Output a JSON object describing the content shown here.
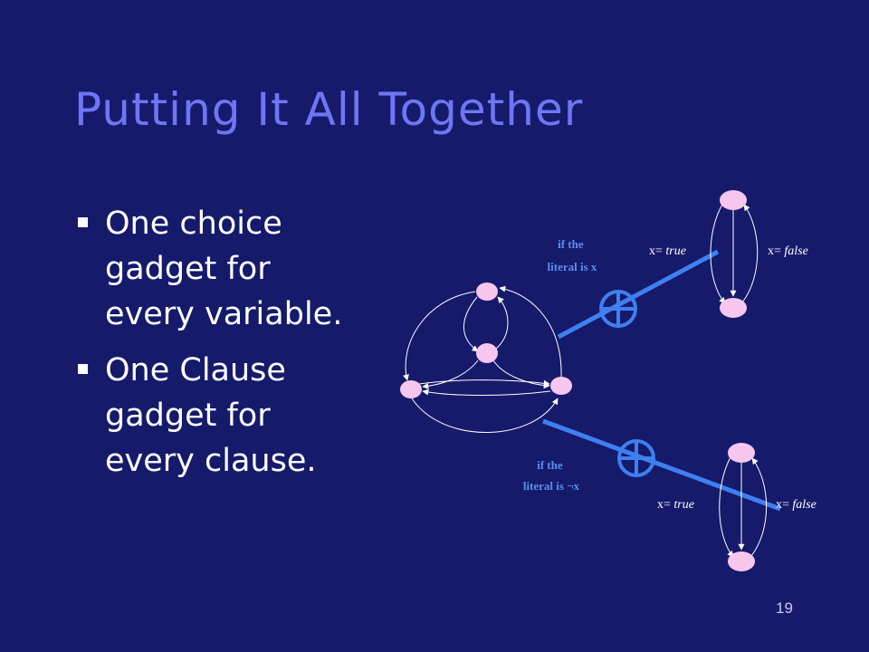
{
  "slide": {
    "title": "Putting It All Together",
    "bullets": [
      "One choice gadget for every variable.",
      "One Clause gadget for every clause."
    ],
    "page_number": "19"
  },
  "diagram": {
    "literal_x_label": [
      "if the",
      "literal is x"
    ],
    "literal_not_x_label": [
      "if the",
      "literal is ¬x"
    ],
    "top_gadget": {
      "true_prefix": "x= ",
      "true_value": "true",
      "false_prefix": "x= ",
      "false_value": "false"
    },
    "bottom_gadget": {
      "true_prefix": "x= ",
      "true_value": "true",
      "false_prefix": "x= ",
      "false_value": "false"
    },
    "colors": {
      "background": "#151a6b",
      "title": "#6f76f4",
      "node": "#f7c6ee",
      "edge": "#ffffff",
      "connector": "#3f7ff0",
      "label": "#5a8ff0"
    }
  }
}
